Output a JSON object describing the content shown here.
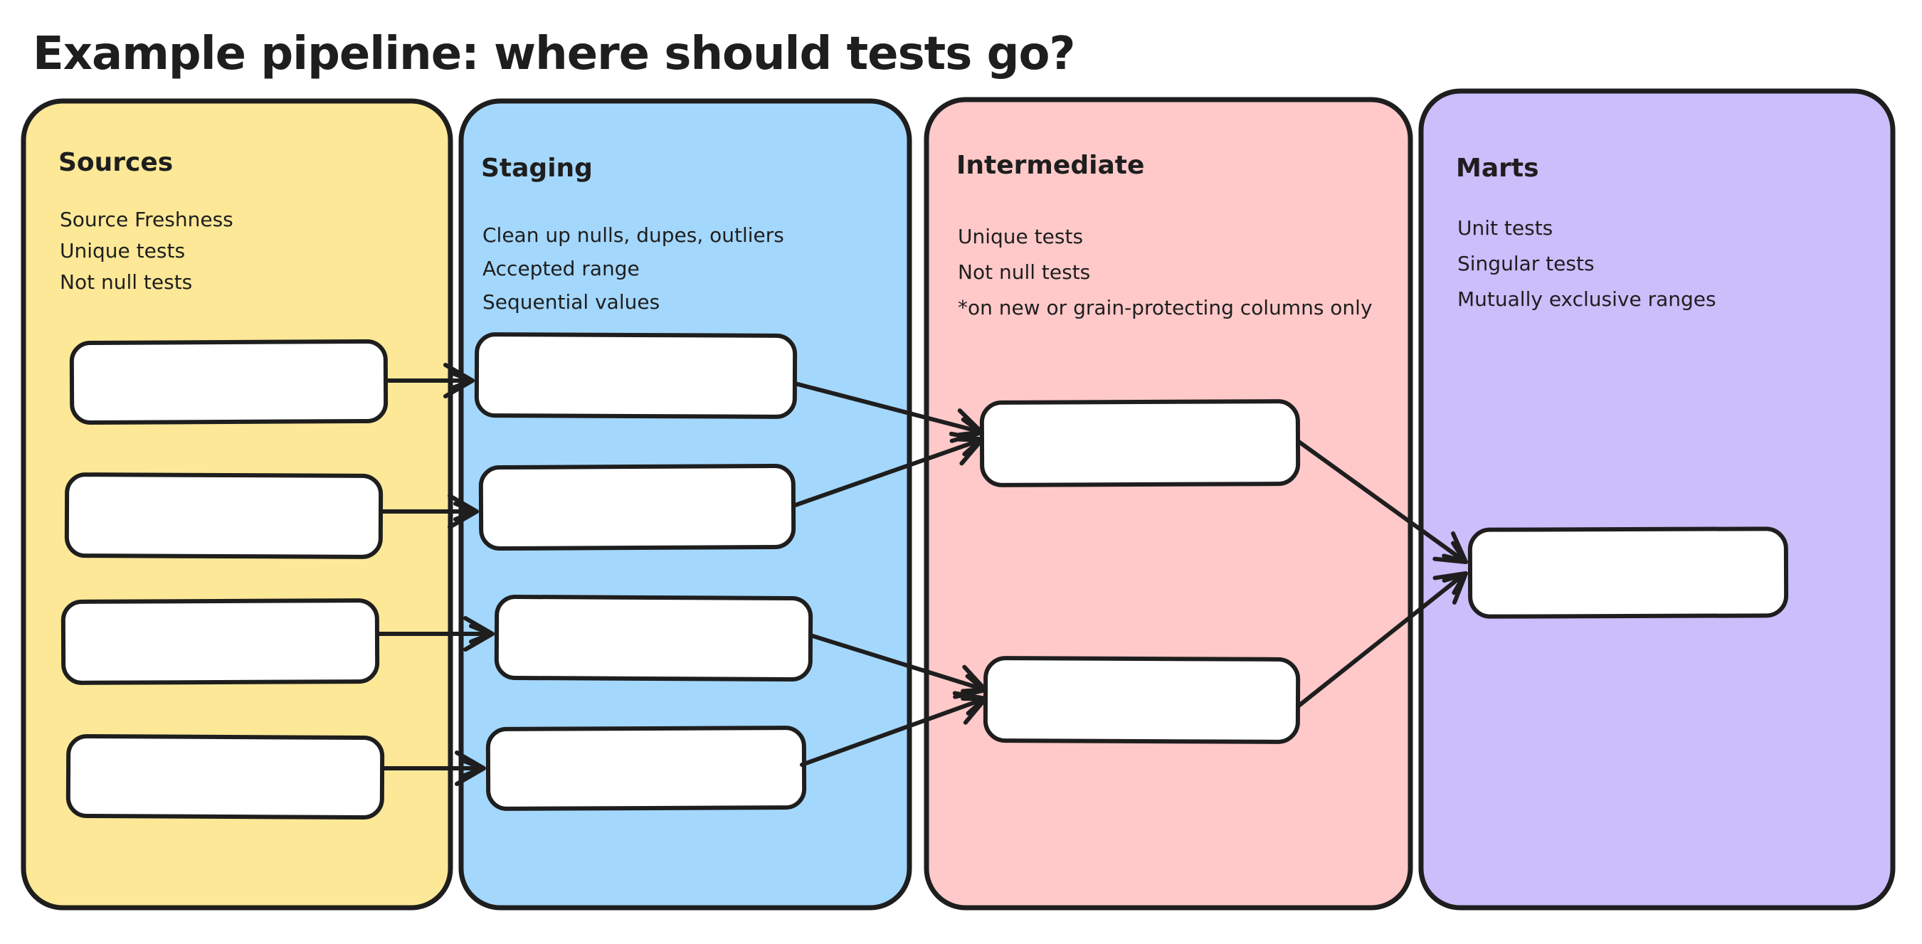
{
  "title": "Example pipeline: where should tests go?",
  "colors": {
    "background": "#ffffff",
    "ink": "#1e1e1e",
    "node_fill": "#ffffff",
    "sources_fill": "#FCE897",
    "staging_fill": "#A4D7FC",
    "intermediate_fill": "#FFC9C9",
    "marts_fill": "#CCBDFB"
  },
  "columns": [
    {
      "id": "sources",
      "label": "Sources",
      "fill": "#FCE897",
      "notes": [
        "Source Freshness",
        "Unique tests",
        "Not null tests"
      ],
      "node_count": 4
    },
    {
      "id": "staging",
      "label": "Staging",
      "fill": "#A4D7FC",
      "notes": [
        "Clean up nulls, dupes, outliers",
        "Accepted range",
        "Sequential values"
      ],
      "node_count": 4
    },
    {
      "id": "intermediate",
      "label": "Intermediate",
      "fill": "#FFC9C9",
      "notes": [
        "Unique tests",
        "Not null tests",
        "*on new or grain-protecting columns only"
      ],
      "node_count": 2
    },
    {
      "id": "marts",
      "label": "Marts",
      "fill": "#CCBDFB",
      "notes": [
        "Unit tests",
        "Singular tests",
        "Mutually exclusive ranges"
      ],
      "node_count": 1
    }
  ],
  "connections": [
    {
      "from": "sources-1",
      "to": "staging-1"
    },
    {
      "from": "sources-2",
      "to": "staging-2"
    },
    {
      "from": "sources-3",
      "to": "staging-3"
    },
    {
      "from": "sources-4",
      "to": "staging-4"
    },
    {
      "from": "staging-1",
      "to": "intermediate-1"
    },
    {
      "from": "staging-2",
      "to": "intermediate-1"
    },
    {
      "from": "staging-3",
      "to": "intermediate-2"
    },
    {
      "from": "staging-4",
      "to": "intermediate-2"
    },
    {
      "from": "intermediate-1",
      "to": "marts-1"
    },
    {
      "from": "intermediate-2",
      "to": "marts-1"
    }
  ]
}
